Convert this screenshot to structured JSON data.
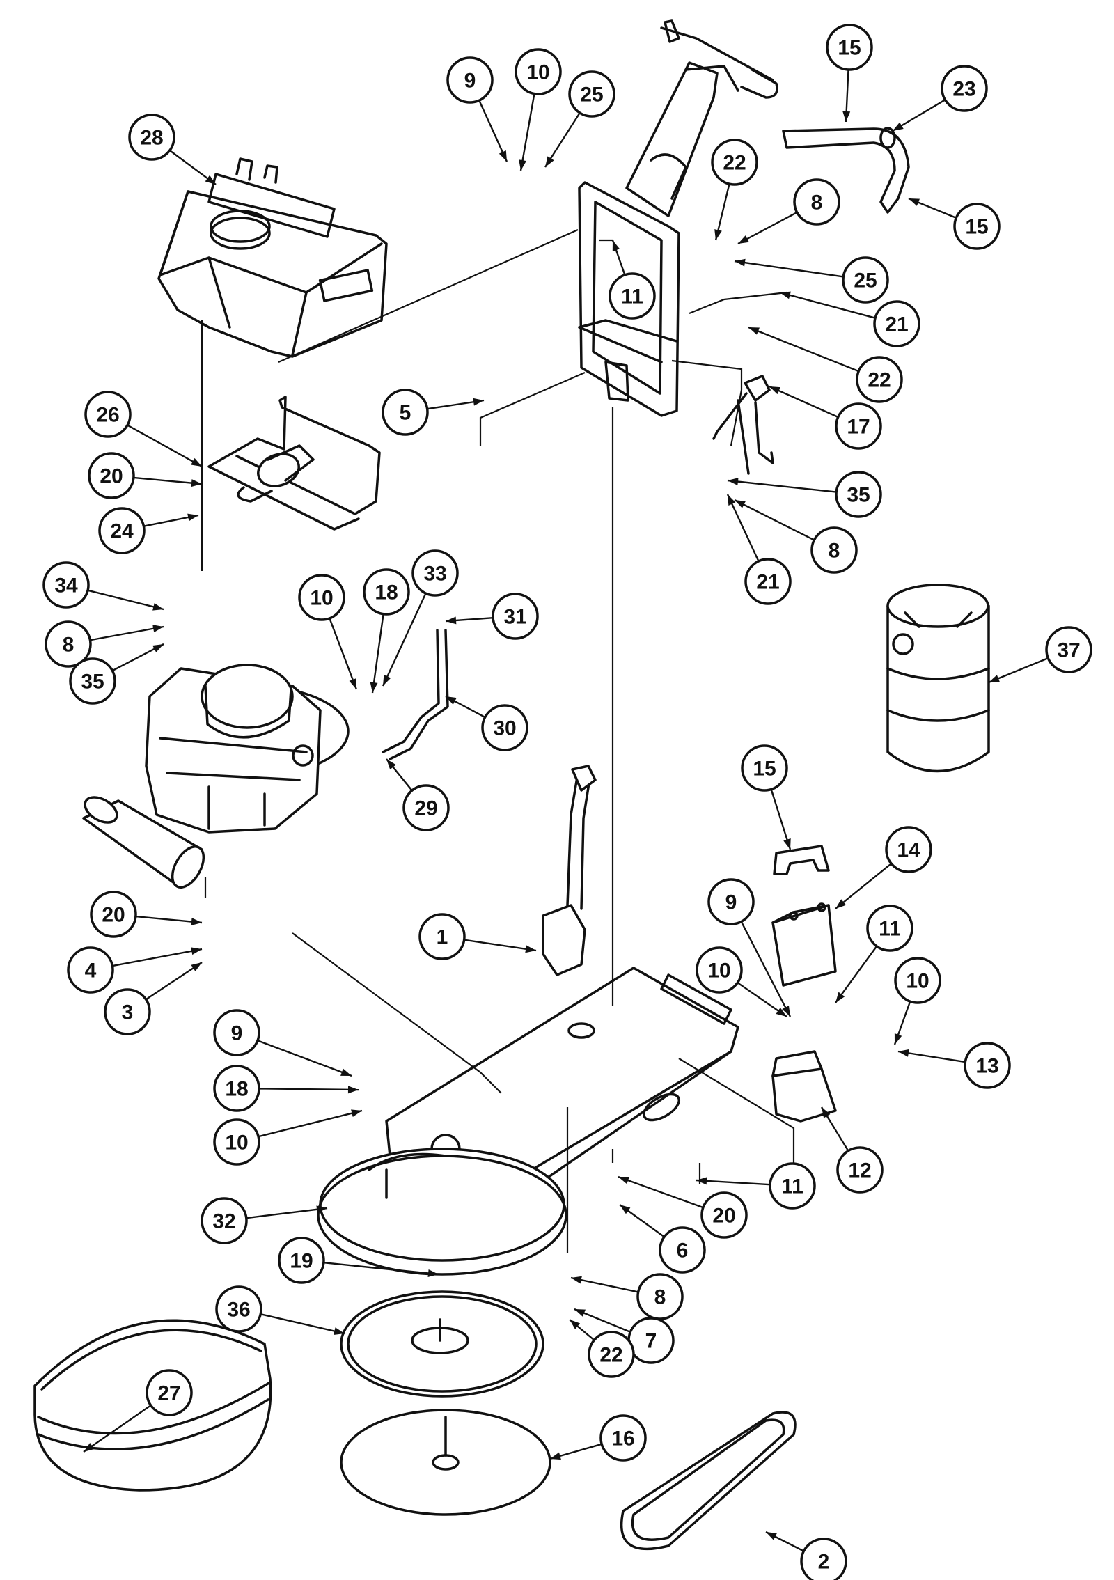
{
  "callouts": [
    {
      "label": "1"
    },
    {
      "label": "2"
    },
    {
      "label": "3"
    },
    {
      "label": "4"
    },
    {
      "label": "5"
    },
    {
      "label": "6"
    },
    {
      "label": "7"
    },
    {
      "label": "8"
    },
    {
      "label": "8"
    },
    {
      "label": "8"
    },
    {
      "label": "8"
    },
    {
      "label": "9"
    },
    {
      "label": "9"
    },
    {
      "label": "9"
    },
    {
      "label": "10"
    },
    {
      "label": "10"
    },
    {
      "label": "10"
    },
    {
      "label": "10"
    },
    {
      "label": "10"
    },
    {
      "label": "11"
    },
    {
      "label": "11"
    },
    {
      "label": "11"
    },
    {
      "label": "12"
    },
    {
      "label": "13"
    },
    {
      "label": "14"
    },
    {
      "label": "15"
    },
    {
      "label": "15"
    },
    {
      "label": "15"
    },
    {
      "label": "16"
    },
    {
      "label": "17"
    },
    {
      "label": "18"
    },
    {
      "label": "18"
    },
    {
      "label": "19"
    },
    {
      "label": "20"
    },
    {
      "label": "20"
    },
    {
      "label": "20"
    },
    {
      "label": "21"
    },
    {
      "label": "21"
    },
    {
      "label": "22"
    },
    {
      "label": "22"
    },
    {
      "label": "22"
    },
    {
      "label": "23"
    },
    {
      "label": "24"
    },
    {
      "label": "25"
    },
    {
      "label": "25"
    },
    {
      "label": "26"
    },
    {
      "label": "27"
    },
    {
      "label": "28"
    },
    {
      "label": "29"
    },
    {
      "label": "30"
    },
    {
      "label": "31"
    },
    {
      "label": "32"
    },
    {
      "label": "33"
    },
    {
      "label": "34"
    },
    {
      "label": "35"
    },
    {
      "label": "35"
    },
    {
      "label": "36"
    },
    {
      "label": "37"
    }
  ]
}
